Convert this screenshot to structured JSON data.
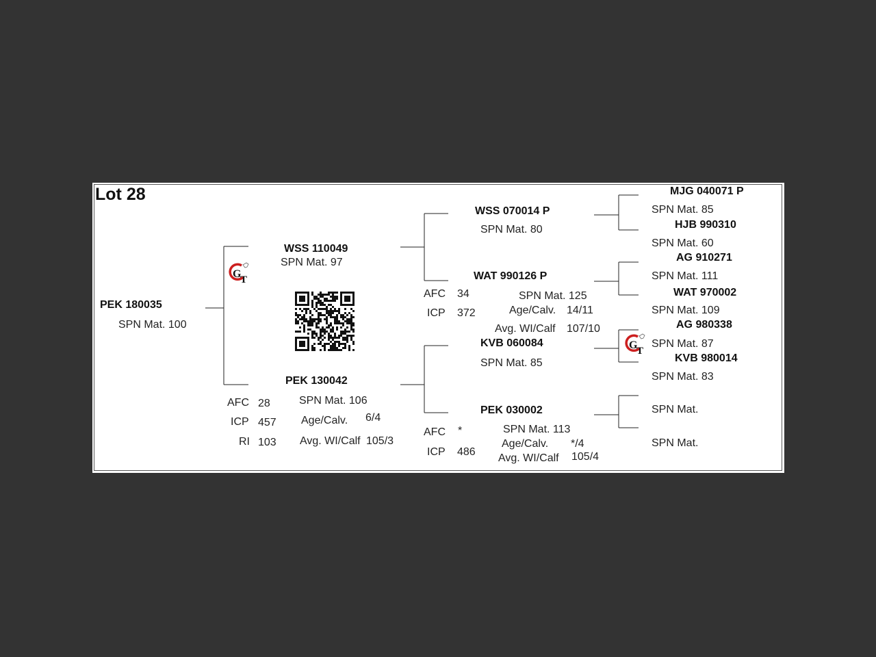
{
  "lot_title": "Lot 28",
  "animal": {
    "id": "PEK 180035",
    "spn": "SPN Mat. 100"
  },
  "sire": {
    "id": "WSS 110049",
    "spn": "SPN Mat. 97"
  },
  "dam": {
    "id": "PEK 130042",
    "spn": "SPN Mat. 106",
    "afc_label": "AFC",
    "afc_value": "28",
    "icp_label": "ICP",
    "icp_value": "457",
    "ri_label": "RI",
    "ri_value": "103",
    "age_calv_label": "Age/Calv.",
    "age_calv_value": "6/4",
    "avg_wi_label": "Avg. WI/Calf",
    "avg_wi_value": "105/3"
  },
  "ss": {
    "id": "WSS 070014  P",
    "spn": "SPN Mat. 80"
  },
  "sd": {
    "id": "WAT 990126   P",
    "spn": "SPN Mat. 125",
    "afc_label": "AFC",
    "afc_value": "34",
    "icp_label": "ICP",
    "icp_value": "372",
    "age_calv_label": "Age/Calv.",
    "age_calv_value": "14/11",
    "avg_wi_label": "Avg. WI/Calf",
    "avg_wi_value": "107/10"
  },
  "ds": {
    "id": "KVB 060084",
    "spn": "SPN Mat. 85"
  },
  "dd": {
    "id": "PEK 030002",
    "spn": "SPN Mat. 113",
    "afc_label": "AFC",
    "afc_value": "*",
    "icp_label": "ICP",
    "icp_value": "486",
    "age_calv_label": "Age/Calv.",
    "age_calv_value": "*/4",
    "avg_wi_label": "Avg. WI/Calf",
    "avg_wi_value": "105/4"
  },
  "sss": {
    "id": "MJG 040071  P",
    "spn": "SPN Mat. 85"
  },
  "ssd": {
    "id": "HJB 990310",
    "spn": "SPN Mat. 60"
  },
  "sds": {
    "id": "AG  910271",
    "spn": "SPN Mat. 111"
  },
  "sdd": {
    "id": "WAT 970002",
    "spn": "SPN Mat. 109"
  },
  "dss": {
    "id": "AG  980338",
    "spn": "SPN Mat. 87"
  },
  "dsd": {
    "id": "KVB 980014",
    "spn": "SPN Mat. 83"
  },
  "dds": {
    "spn": "SPN Mat."
  },
  "ddd": {
    "spn": "SPN Mat."
  },
  "logo_text": "GT",
  "colors": {
    "background": "#333333",
    "card": "#ffffff",
    "logo_red": "#cc1f1f",
    "text": "#222222"
  }
}
